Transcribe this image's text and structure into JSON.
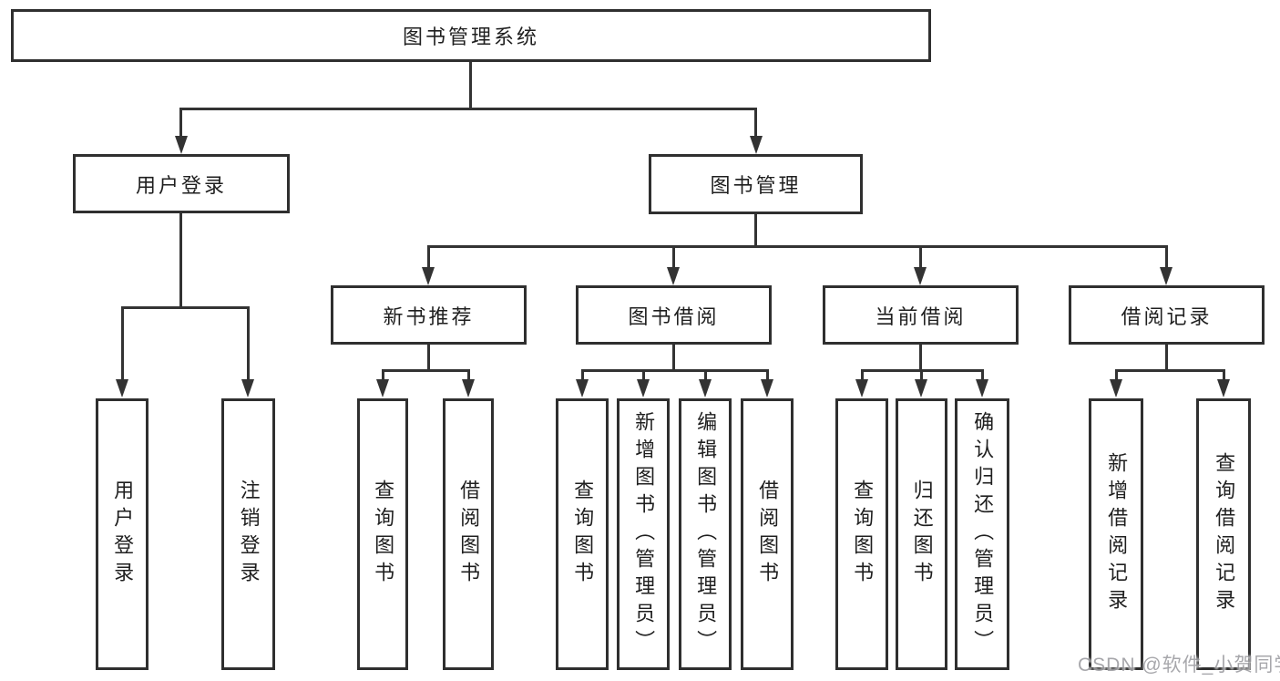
{
  "nodes": {
    "root": {
      "label": "图书管理系统"
    },
    "user_login": {
      "label": "用户登录",
      "children": [
        "用户登录",
        "注销登录"
      ]
    },
    "book_mgmt": {
      "label": "图书管理"
    },
    "new_books": {
      "label": "新书推荐",
      "children": [
        "查询图书",
        "借阅图书"
      ]
    },
    "borrowing": {
      "label": "图书借阅",
      "children": [
        "查询图书",
        "新增图书（管理员）",
        "编辑图书（管理员）",
        "借阅图书"
      ]
    },
    "current": {
      "label": "当前借阅",
      "children": [
        "查询图书",
        "归还图书",
        "确认归还（管理员）"
      ]
    },
    "records": {
      "label": "借阅记录",
      "children": [
        "新增借阅记录",
        "查询借阅记录"
      ]
    }
  },
  "watermark": {
    "text": "CSDN @软件_小贺同学"
  },
  "colors": {
    "line": "#333333",
    "box_border": "#2f2f2f",
    "label": "#1f1f1f",
    "watermark": "#9e9ea3",
    "background": "#ffffff"
  }
}
